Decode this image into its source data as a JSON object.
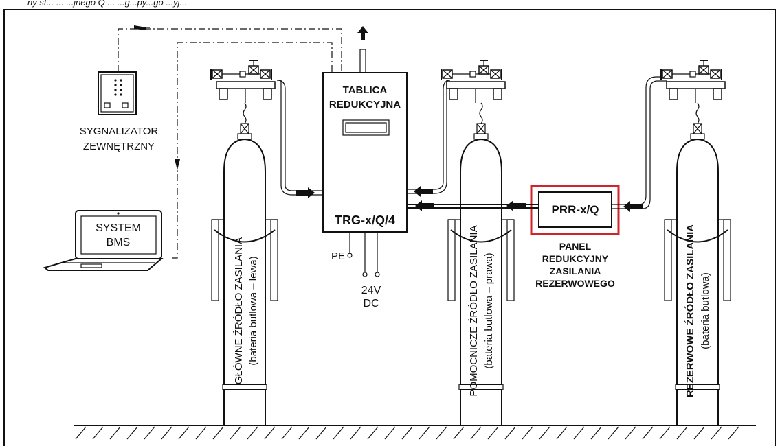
{
  "header": {
    "caption": "ny st... ... ...jnego Q ... ...g...py...go ...yj..."
  },
  "labels": {
    "sygnalizator_line1": "SYGNALIZATOR",
    "sygnalizator_line2": "ZEWNĘTRZNY",
    "bms_line1": "SYSTEM",
    "bms_line2": "BMS",
    "tablica_line1": "TABLICA",
    "tablica_line2": "REDUKCYJNA",
    "trg_model": "TRG-x/Q/4",
    "pe": "PE",
    "voltage": "24V",
    "dc": "DC",
    "prr_model": "PRR-x/Q",
    "panel_line1": "PANEL",
    "panel_line2": "REDUKCYJNY",
    "panel_line3": "ZASILANIA",
    "panel_line4": "REZERWOWEGO",
    "cyl1_line1": "GŁÓWNE ŹRÓDŁO ZASILANIA",
    "cyl1_line2": "(bateria butlowa – lewa)",
    "cyl2_line1": "POMOCNICZE ŹRÓDŁO ZASILANIA",
    "cyl2_line2": "(bateria butlowa – prawa)",
    "cyl3_line1": "REZERWOWE ŹRÓDŁO ZASILANIA",
    "cyl3_line2": "(bateria butlowa)"
  },
  "colors": {
    "line": "#111111",
    "highlight": "#d0232a",
    "background": "#ffffff"
  }
}
